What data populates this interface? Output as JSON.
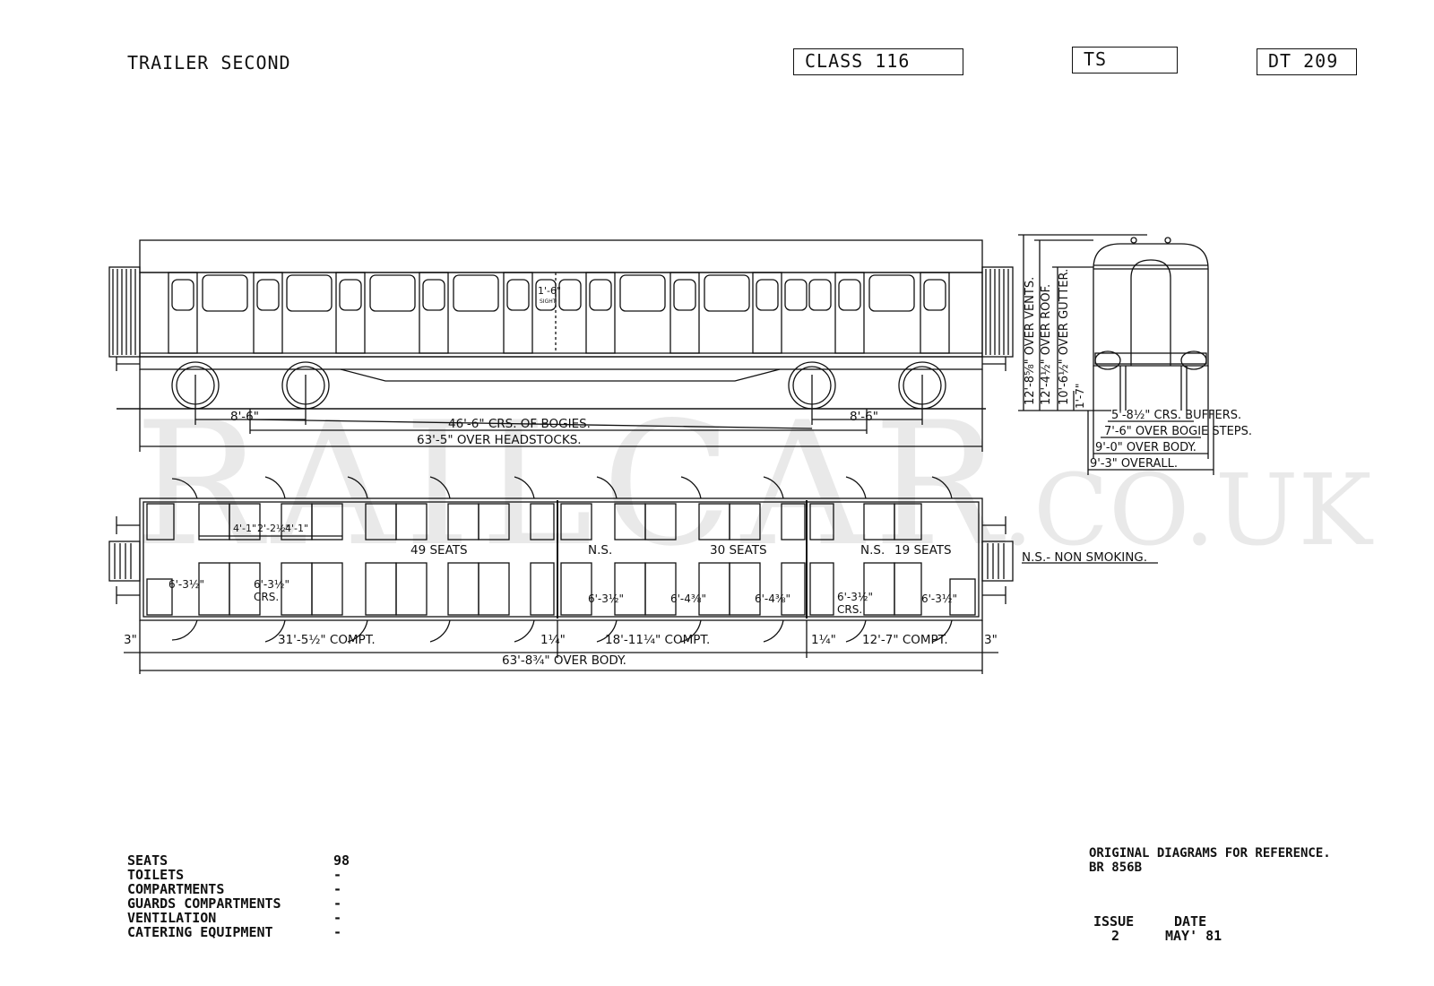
{
  "header": {
    "title": "TRAILER SECOND",
    "class_box": "CLASS 116",
    "type_box": "TS",
    "diagram_box": "DT 209"
  },
  "watermark": {
    "main": "RAILCAR",
    "suffix": ".CO.UK"
  },
  "side_dims": {
    "bogie_wheelbase_left": "8'-6\"",
    "bogie_wheelbase_right": "8'-6\"",
    "bogie_centres": "46'-6\" CRS. OF BOGIES.",
    "over_headstocks": "63'-5\" OVER HEADSTOCKS.",
    "window_note": "1'-6\"",
    "window_note_sub": "SIGHT"
  },
  "end_dims": {
    "over_vents": "12'-8⅝\" OVER VENTS.",
    "over_roof": "12'-4½\" OVER ROOF.",
    "over_gutter": "10'-6½\" OVER GUTTER.",
    "floor": "1'-7\"",
    "buffers": "5'-8½\" CRS. BUFFERS.",
    "bogie_steps": "7'-6\" OVER BOGIE STEPS.",
    "over_body": "9'-0\" OVER BODY.",
    "overall": "9'-3\" OVERALL."
  },
  "plan": {
    "seats_a": "49  SEATS",
    "ns_a": "N.S.",
    "seats_b": "30 SEATS",
    "ns_b": "N.S.",
    "seats_c": "19  SEATS",
    "legend": "N.S.- NON SMOKING.",
    "dim_41_a": "4'-1\"",
    "dim_22": "2'-2½\"",
    "dim_41_b": "4'-1\"",
    "crs_1": "6'-3½\"",
    "crs_2": "6'-3½\"",
    "crs_2_sub": "CRS.",
    "crs_3": "6'-3½\"",
    "crs_4": "6'-4⅜\"",
    "crs_5": "6'-4⅜\"",
    "crs_6": "6'-3½\"",
    "crs_6_sub": "CRS.",
    "crs_7": "6'-3½\"",
    "end_left": "3\"",
    "compt_1": "31'-5½\"  COMPT.",
    "gap_1": "1¼\"",
    "compt_2": "18'-11¼\" COMPT.",
    "gap_2": "1¼\"",
    "compt_3": "12'-7\"  COMPT.",
    "end_right": "3\"",
    "over_body": "63'-8¾\"  OVER BODY."
  },
  "stats": [
    {
      "label": "SEATS",
      "value": "98"
    },
    {
      "label": "TOILETS",
      "value": "-"
    },
    {
      "label": "COMPARTMENTS",
      "value": "-"
    },
    {
      "label": "GUARDS COMPARTMENTS",
      "value": "-"
    },
    {
      "label": "VENTILATION",
      "value": "-"
    },
    {
      "label": "CATERING EQUIPMENT",
      "value": "-"
    }
  ],
  "reference": {
    "line1": "ORIGINAL DIAGRAMS FOR REFERENCE.",
    "line2": "BR 856B"
  },
  "issue": {
    "issue_label": "ISSUE",
    "issue_value": "2",
    "date_label": "DATE",
    "date_value": "MAY' 81"
  }
}
